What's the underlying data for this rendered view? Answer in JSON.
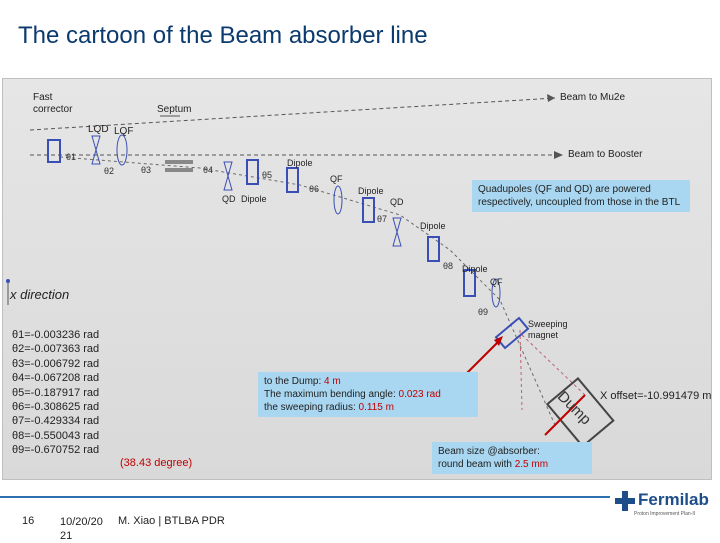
{
  "title": "The cartoon of the Beam absorber line",
  "labels": {
    "fast_corrector": "Fast\ncorrector",
    "septum": "Septum",
    "lqd": "LQD",
    "lqf": "LQF",
    "qd": "QD",
    "qf": "QF",
    "dipole": "Dipole",
    "beam_to_mu2e": "Beam to Mu2e",
    "beam_to_booster": "Beam to Booster",
    "sweeping_magnet": "Sweeping\nmagnet",
    "x_direction": "x direction",
    "dump": "Dump",
    "x_offset": "X offset=-10.991479 m"
  },
  "thetas": [
    "θ1=-0.003236 rad",
    "θ2=-0.007363 rad",
    "θ3=-0.006792 rad",
    "θ4=-0.067208 rad",
    "θ5=-0.187917 rad",
    "θ6=-0.308625 rad",
    "θ7=-0.429334 rad",
    "θ8=-0.550043 rad",
    "θ9=-0.670752 rad"
  ],
  "degree": "(38.43 degree)",
  "note_box": "Quadupoles (QF and QD) are powered respectively, uncoupled from those in the BTL",
  "dump_box": {
    "line1_prefix": "to the Dump: ",
    "line1_value": "4 m",
    "line2_prefix": "The maximum bending angle: ",
    "line2_value": "0.023 rad",
    "line3_prefix": " the sweeping radius: ",
    "line3_value": "0.115 m"
  },
  "beam_box": {
    "line1": "Beam size @absorber:",
    "line2_prefix": " round beam with ",
    "line2_value": "2.5 mm"
  },
  "footer": {
    "page": "16",
    "date": "10/20/20\n21",
    "author": "M. Xiao | BTLBA PDR"
  },
  "logo": {
    "name": "Fermilab",
    "sub": "Proton Improvement Plan-II"
  },
  "colors": {
    "title": "#0b3a6e",
    "box": "#a9d6f0",
    "accent_red": "#c00000",
    "element_blue": "#3a4fb5"
  }
}
